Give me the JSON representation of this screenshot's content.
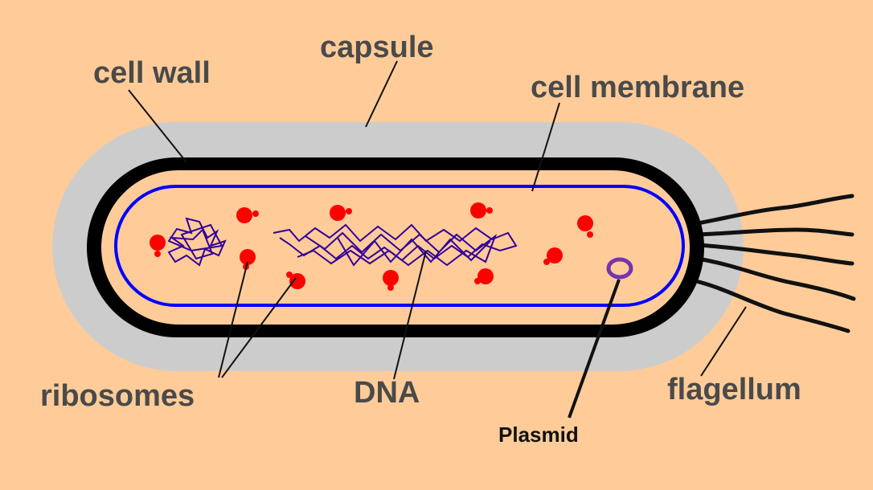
{
  "labels": {
    "capsule": "capsule",
    "cell_wall": "cell wall",
    "cell_membrane": "cell membrane",
    "ribosomes": "ribosomes",
    "dna": "DNA",
    "flagellum": "flagellum",
    "plasmid": "Plasmid"
  },
  "colors": {
    "background": "#FFCC99",
    "capsule": "#CCCCCC",
    "cell_wall": "#000000",
    "cytoplasm": "#FFCC99",
    "membrane": "#0000FF",
    "ribosome": "#FF0000",
    "dna": "#330099",
    "plasmid": "#7733AA",
    "label_text": "#4A4A4A"
  }
}
